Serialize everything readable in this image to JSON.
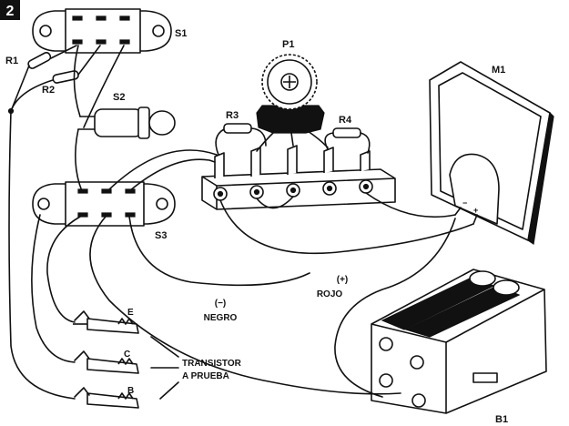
{
  "figure": {
    "number": "2"
  },
  "labels": {
    "s1": "S1",
    "s2": "S2",
    "s3": "S3",
    "r1": "R1",
    "r2": "R2",
    "r3": "R3",
    "r4": "R4",
    "p1": "P1",
    "m1": "M1",
    "b1": "B1",
    "clip_e": "E",
    "clip_c": "C",
    "clip_b": "B",
    "transistor_line1": "TRANSISTOR",
    "transistor_line2": "A PRUEBA",
    "negative_sign": "(−)",
    "negative_word": "NEGRO",
    "positive_sign": "(+)",
    "positive_word": "ROJO",
    "meter_plus": "+",
    "meter_minus": "−"
  }
}
